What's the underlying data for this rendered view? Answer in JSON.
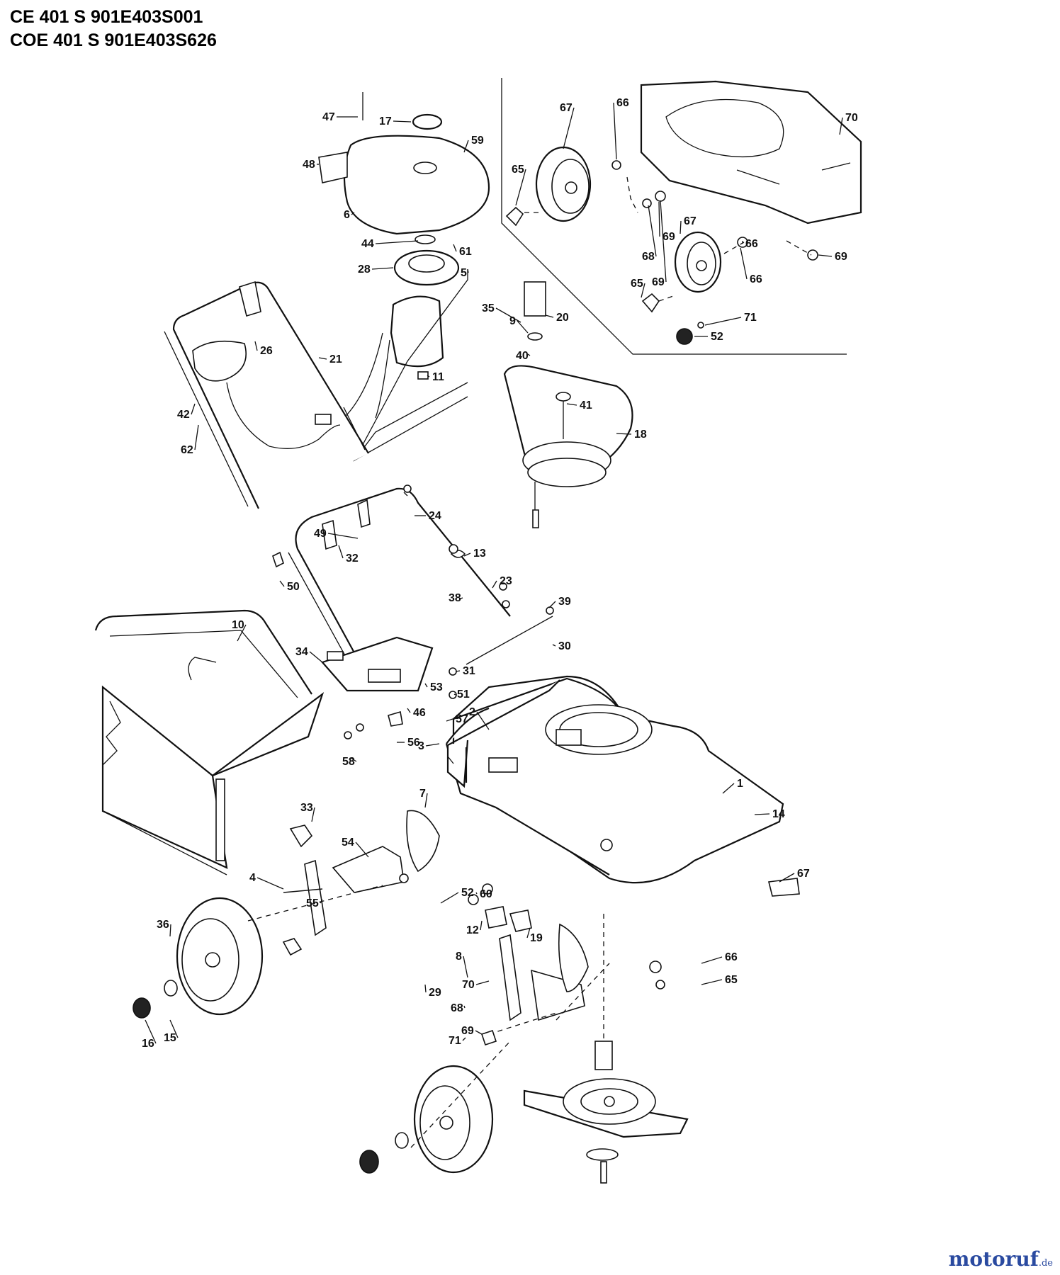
{
  "header": {
    "line1": "CE 401 S   901E403S001",
    "line2": "COE 401 S   901E403S626"
  },
  "watermark": {
    "name": "motoruf",
    "domain": ".de",
    "color": "#2a4aa0"
  },
  "callouts": [
    "47",
    "17",
    "59",
    "48",
    "6",
    "44",
    "61",
    "28",
    "5",
    "20",
    "35",
    "9",
    "40",
    "26",
    "21",
    "42",
    "11",
    "41",
    "18",
    "62",
    "24",
    "32",
    "50",
    "13",
    "23",
    "38",
    "39",
    "30",
    "49",
    "34",
    "10",
    "31",
    "51",
    "53",
    "46",
    "57",
    "58",
    "56",
    "1",
    "2",
    "14",
    "7",
    "3",
    "33",
    "54",
    "55",
    "4",
    "52",
    "8",
    "36",
    "29",
    "15",
    "16",
    "60",
    "12",
    "19",
    "70",
    "67",
    "66",
    "65",
    "69",
    "68",
    "71"
  ],
  "text_color": "#111111"
}
